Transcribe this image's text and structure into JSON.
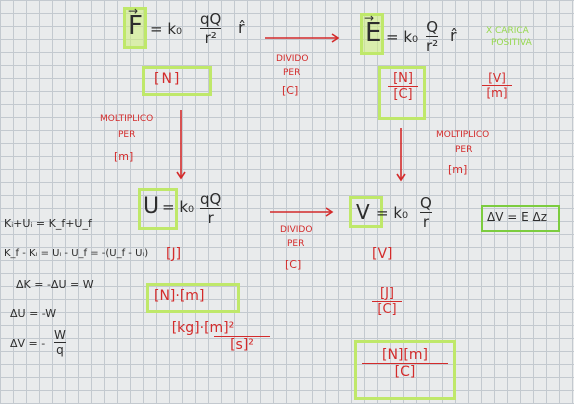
{
  "colors": {
    "ink": "#2d2d2d",
    "red_ink": "#d32b2b",
    "highlight": "#bfe86a",
    "green_box": "#96d84e",
    "grid": "#c3c9cf"
  },
  "top_left": {
    "lhs": "F",
    "eq_rest": "= k₀",
    "num": "qQ",
    "den": "r²",
    "hat": "r̂",
    "hat_caret": "^",
    "unit": "[N]"
  },
  "top_right": {
    "lhs": "E",
    "eq_rest": "= k₀",
    "num": "Q",
    "den": "r²",
    "hat": "r̂",
    "hat_caret": "^",
    "note_line1": "X CARICA",
    "note_line2": "POSITIVA",
    "unit_num": "[N]",
    "unit_den": "[C]",
    "unit2_num": "[V]",
    "unit2_den": "[m]"
  },
  "arrow_top": {
    "l1": "DIVIDO",
    "l2": "PER",
    "l3": "[C]"
  },
  "arrow_left": {
    "l1": "MOLTIPLICO",
    "l2": "PER",
    "l3": "[m]"
  },
  "arrow_right": {
    "l1": "MOLTIPLICO",
    "l2": "PER",
    "l3": "[m]"
  },
  "arrow_bottom": {
    "l1": "DIVIDO",
    "l2": "PER",
    "l3": "[C]"
  },
  "mid_left": {
    "lhs": "U",
    "eq_rest": "= k₀",
    "num": "qQ",
    "den": "r",
    "u1": "[J]",
    "u2": "[N]·[m]",
    "u3_num": "[kg]·[m]²",
    "u3_den": "[s]²"
  },
  "mid_right": {
    "lhs": "V",
    "eq_rest": "= k₀",
    "num": "Q",
    "den": "r",
    "u1": "[V]",
    "u2_num": "[J]",
    "u2_den": "[C]",
    "u3_num": "[N][m]",
    "u3_den": "[C]"
  },
  "delta_box": "ΔV = E Δz",
  "energy": {
    "line1": "Kᵢ+Uᵢ = K_f+U_f",
    "line2": "K_f - Kᵢ = Uᵢ - U_f = -(U_f - Uᵢ)",
    "line3": "ΔK = -ΔU = W",
    "line4": "ΔU = -W",
    "line5_lhs": "ΔV = -",
    "line5_num": "W",
    "line5_den": "q"
  }
}
